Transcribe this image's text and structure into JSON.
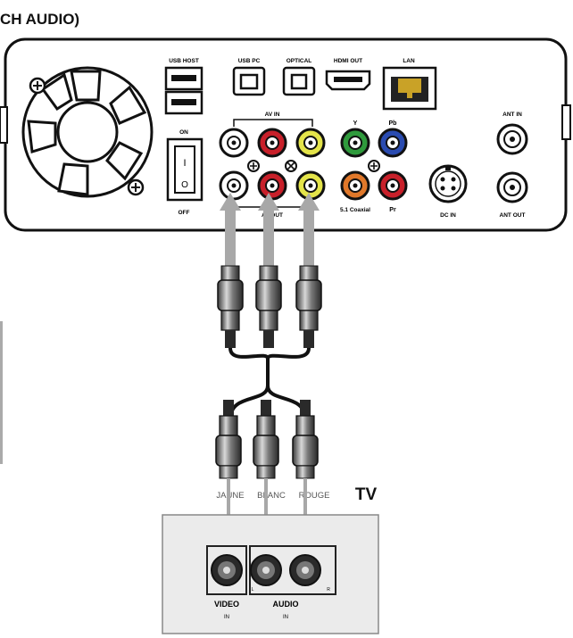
{
  "header": {
    "title": "CH AUDIO)"
  },
  "device": {
    "labels": {
      "usb_host": "USB HOST",
      "usb_pc": "USB PC",
      "optical": "OPTICAL",
      "hdmi_out": "HDMI OUT",
      "lan": "LAN",
      "on": "ON",
      "off": "OFF",
      "av_in": "AV IN",
      "av_out": "AV OUT",
      "y": "Y",
      "pb": "Pb",
      "pr": "Pr",
      "coaxial": "5.1 Coaxial",
      "dc_in": "DC IN",
      "ant_in": "ANT IN",
      "ant_out": "ANT OUT",
      "switch_on_mark": "I",
      "switch_off_mark": "O"
    }
  },
  "cable_labels": {
    "yellow": "JAUNE",
    "white": "BLANC",
    "red": "ROUGE"
  },
  "tv": {
    "title": "TV",
    "video_label": "VIDEO",
    "video_sub": "IN",
    "audio_label": "AUDIO",
    "audio_sub": "IN",
    "left_mark": "L",
    "right_mark": "R"
  },
  "colors": {
    "red": "#c8202a",
    "yellow": "#e4e44a",
    "green": "#2f9a3c",
    "blue": "#2a4bb0",
    "orange": "#e0782a",
    "white": "#f2f2f2",
    "tv_panel": "#ebebeb",
    "arrow": "#a8a8a8"
  }
}
